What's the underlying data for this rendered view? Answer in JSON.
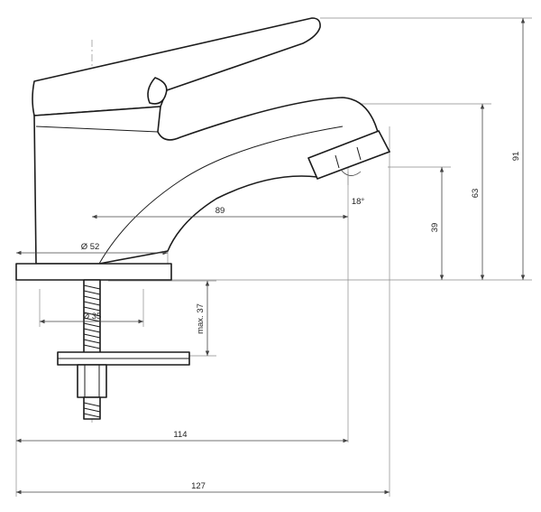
{
  "dimensions": {
    "total_height": "91",
    "spout_height": "63",
    "outlet_height": "39",
    "reach": "89",
    "base_diameter": "Ø 52",
    "thread_diameter": "Ø 35",
    "max_thread_length": "max. 37",
    "angle": "18°",
    "width_114": "114",
    "total_width": "127"
  }
}
